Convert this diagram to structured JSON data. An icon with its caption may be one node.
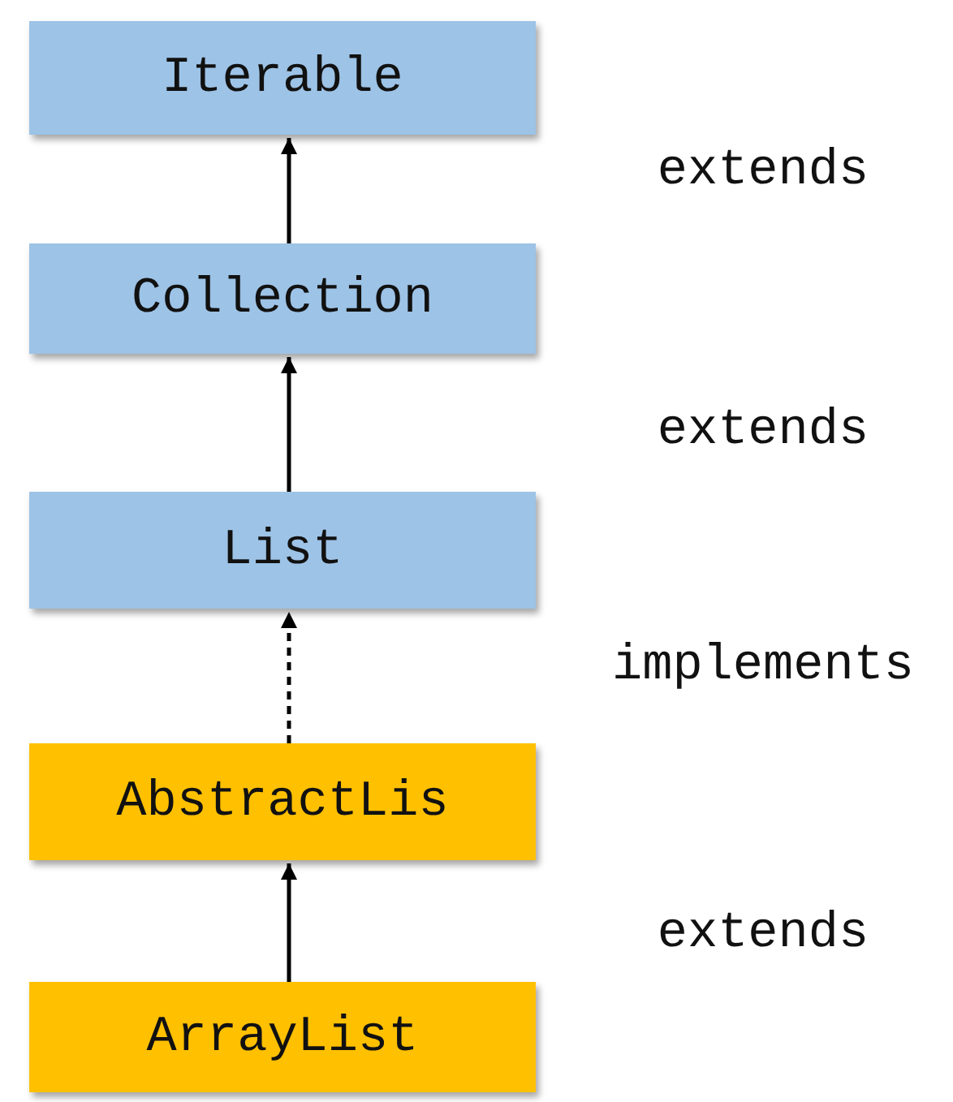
{
  "diagram": {
    "nodes": [
      {
        "text": [
          "Iterable"
        ]
      },
      {
        "text": [
          "Collection"
        ]
      },
      {
        "text": [
          "List"
        ]
      },
      {
        "text": [
          "AbstractLis"
        ]
      },
      {
        "text": [
          "ArrayList"
        ]
      }
    ],
    "edges": [
      {
        "from": 1,
        "to": 0,
        "arrow": "to"
      },
      {
        "from": 2,
        "to": 1,
        "arrow": "to"
      },
      {
        "from": 3,
        "to": 2,
        "arrow": "to",
        "style": "dashed"
      },
      {
        "from": 4,
        "to": 3,
        "arrow": "to"
      }
    ],
    "labels": [
      "extends",
      "extends",
      "implements",
      "extends"
    ]
  }
}
